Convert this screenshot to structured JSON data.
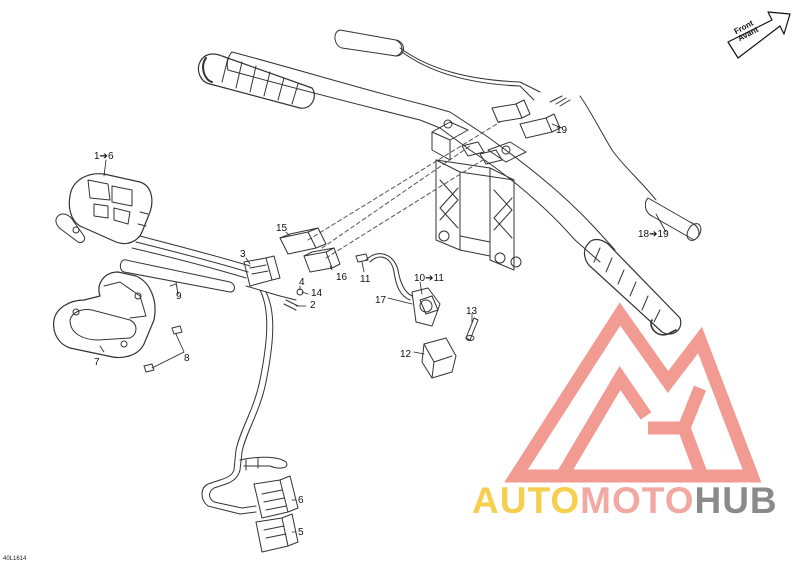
{
  "diagram": {
    "code": "40L1614",
    "direction_label_en": "Front",
    "direction_label_fr": "Avant",
    "callouts": [
      {
        "id": "c-1-6",
        "text": "1➔6"
      },
      {
        "id": "c-15",
        "text": "15"
      },
      {
        "id": "c-3",
        "text": "3"
      },
      {
        "id": "c-16",
        "text": "16"
      },
      {
        "id": "c-11",
        "text": "11"
      },
      {
        "id": "c-10-11",
        "text": "10➔11"
      },
      {
        "id": "c-4",
        "text": "4"
      },
      {
        "id": "c-14",
        "text": "14"
      },
      {
        "id": "c-2",
        "text": "2"
      },
      {
        "id": "c-9",
        "text": "9"
      },
      {
        "id": "c-17",
        "text": "17"
      },
      {
        "id": "c-13",
        "text": "13"
      },
      {
        "id": "c-12",
        "text": "12"
      },
      {
        "id": "c-7",
        "text": "7"
      },
      {
        "id": "c-8",
        "text": "8"
      },
      {
        "id": "c-19",
        "text": "19"
      },
      {
        "id": "c-18-19",
        "text": "18➔19"
      },
      {
        "id": "c-6",
        "text": "6"
      },
      {
        "id": "c-5",
        "text": "5"
      }
    ]
  },
  "watermark": {
    "part_a": "AUTO",
    "part_b": "MOTO",
    "part_c": "HUB",
    "colors": {
      "auto": "#f6cf4e",
      "moto": "#f2a9a2",
      "hub": "#8a8a8a",
      "logo": "#f08a80"
    }
  }
}
